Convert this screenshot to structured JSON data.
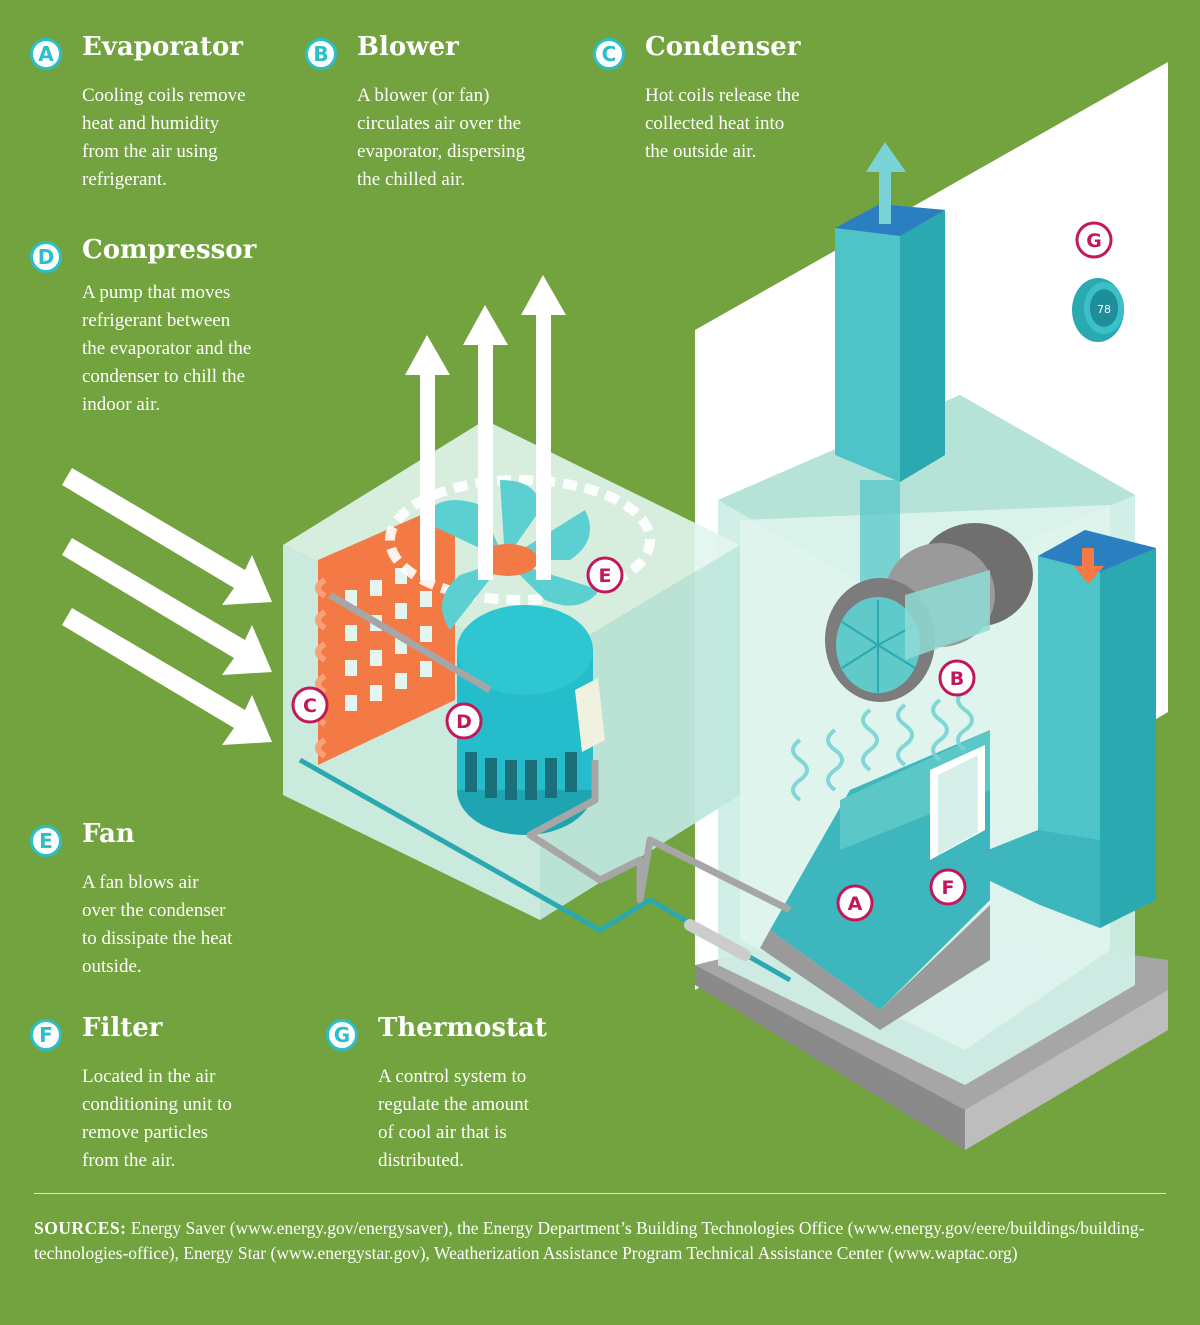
{
  "legend": [
    {
      "letter": "A",
      "title": "Evaporator",
      "desc": "Cooling coils remove\nheat and humidity\nfrom the air using\nrefrigerant."
    },
    {
      "letter": "B",
      "title": "Blower",
      "desc": "A blower (or fan)\ncirculates air over the\nevaporator, dispersing\nthe chilled air."
    },
    {
      "letter": "C",
      "title": "Condenser",
      "desc": "Hot coils release the\ncollected heat into\nthe outside air."
    },
    {
      "letter": "D",
      "title": "Compressor",
      "desc": "A pump that moves\nrefrigerant between\nthe evaporator and the\ncondenser to chill the\nindoor air."
    },
    {
      "letter": "E",
      "title": "Fan",
      "desc": "A fan blows air\nover the condenser\nto dissipate the heat\noutside."
    },
    {
      "letter": "F",
      "title": "Filter",
      "desc": "Located in the air\nconditioning unit to\nremove particles\nfrom the air."
    },
    {
      "letter": "G",
      "title": "Thermostat",
      "desc": "A control system to\nregulate the amount\nof cool air that is\ndistributed."
    }
  ],
  "markers": {
    "a": "A",
    "b": "B",
    "c": "C",
    "d": "D",
    "e": "E",
    "f": "F",
    "g": "G"
  },
  "thermostat": {
    "reading": "78"
  },
  "sources": {
    "label": "SOURCES:",
    "text": "Energy Saver (www.energy.gov/energysaver), the Energy Department’s Building Technologies Office (www.energy.gov/eere/buildings/building-technologies-office), Energy Star (www.energystar.gov), Weatherization Assistance Program Technical Assistance Center (www.waptac.org)"
  },
  "colors": {
    "background": "#72a33e",
    "teal": "#2bbfca",
    "coil": "#f47a45",
    "marker": "#c2185b"
  }
}
